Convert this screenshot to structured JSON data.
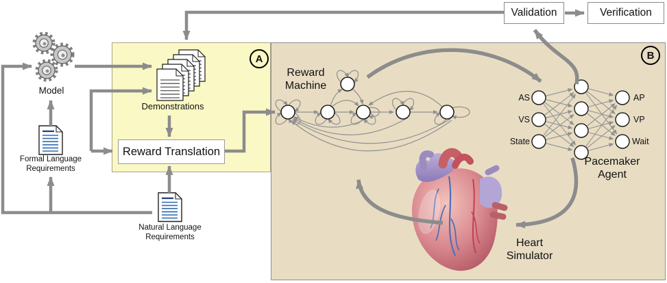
{
  "panels": {
    "a_badge": "A",
    "b_badge": "B"
  },
  "boxes": {
    "validation": "Validation",
    "verification": "Verification",
    "reward_translation": "Reward Translation"
  },
  "labels": {
    "model": "Model",
    "demonstrations": "Demonstrations",
    "formal_language_requirements": "Formal Language Requirements",
    "natural_language_requirements": "Natural Language Requirements",
    "reward_machine": "Reward Machine",
    "pacemaker_agent": "Pacemaker Agent",
    "heart_simulator": "Heart Simulator"
  },
  "network": {
    "inputs": [
      "AS",
      "VS",
      "State"
    ],
    "outputs": [
      "AP",
      "VP",
      "Wait"
    ]
  },
  "colors": {
    "panel_a_bg": "#FAF8C4",
    "panel_b_bg": "#E8DDC3",
    "arrow": "#8C8C8C",
    "thin_edge": "#909090"
  }
}
